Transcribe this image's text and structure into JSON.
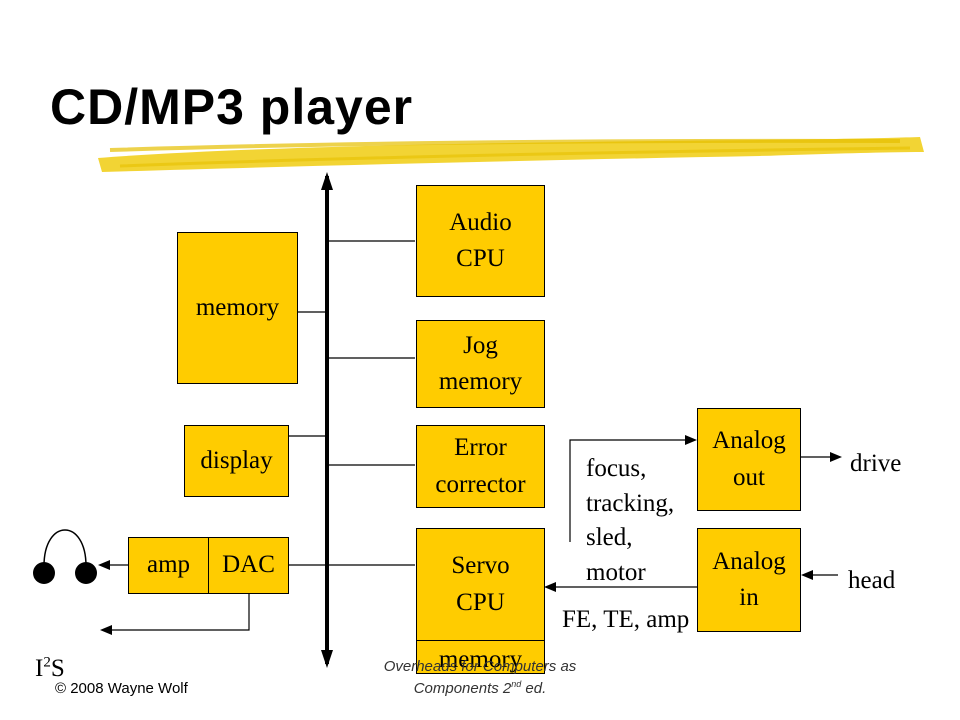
{
  "title": "CD/MP3 player",
  "blocks": {
    "audio_cpu": "Audio\nCPU",
    "memory": "memory",
    "jog_memory": "Jog\nmemory",
    "display": "display",
    "error_corrector": "Error\ncorrector",
    "amp": "amp",
    "dac": "DAC",
    "servo_cpu": "Servo\nCPU",
    "servo_memory": "memory",
    "analog_out": "Analog\nout",
    "analog_in": "Analog\nin"
  },
  "labels": {
    "drive": "drive",
    "head": "head",
    "servo_signals": "focus,\ntracking,\nsled,\nmotor",
    "feedback": "FE, TE, amp",
    "i2s_base": "I",
    "i2s_sup": "2",
    "i2s_tail": "S"
  },
  "footer": {
    "copyright": "© 2008 Wayne Wolf",
    "book_line1": "Overheads for Computers as",
    "book_line2_pre": "Components 2",
    "book_line2_sup": "nd",
    "book_line2_post": " ed."
  },
  "colors": {
    "block_fill": "#ffcc00",
    "highlight_stroke": "#e8c000",
    "line": "#000000"
  }
}
